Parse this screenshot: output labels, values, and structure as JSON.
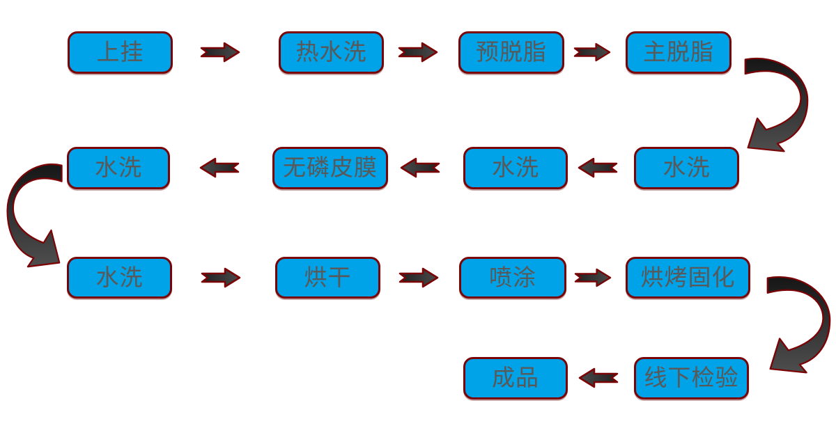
{
  "colors": {
    "canvas_bg": "#ffffff",
    "node_fill": "#00a2e8",
    "node_border": "#7a0305",
    "node_text": "#595959",
    "arrow_fill": "#3b3b3b",
    "arrow_border": "#7a0305"
  },
  "flow": {
    "nodes": [
      {
        "id": "shanggua",
        "label": "上挂"
      },
      {
        "id": "reshuixi",
        "label": "热水洗"
      },
      {
        "id": "yutuozhi",
        "label": "预脱脂"
      },
      {
        "id": "zhutuozhi",
        "label": "主脱脂"
      },
      {
        "id": "shuixi-1",
        "label": "水洗"
      },
      {
        "id": "shuixi-2",
        "label": "水洗"
      },
      {
        "id": "wulinpimo",
        "label": "无磷皮膜"
      },
      {
        "id": "shuixi-3",
        "label": "水洗"
      },
      {
        "id": "shuixi-4",
        "label": "水洗"
      },
      {
        "id": "honggan",
        "label": "烘干"
      },
      {
        "id": "pentu",
        "label": "喷涂"
      },
      {
        "id": "hongkaoguhua",
        "label": "烘烤固化"
      },
      {
        "id": "xianxiajianyan",
        "label": "线下检验"
      },
      {
        "id": "chengpin",
        "label": "成品"
      }
    ],
    "connections": [
      [
        "shanggua",
        "reshuixi"
      ],
      [
        "reshuixi",
        "yutuozhi"
      ],
      [
        "yutuozhi",
        "zhutuozhi"
      ],
      [
        "zhutuozhi",
        "shuixi-1"
      ],
      [
        "shuixi-1",
        "shuixi-2"
      ],
      [
        "shuixi-2",
        "wulinpimo"
      ],
      [
        "wulinpimo",
        "shuixi-3"
      ],
      [
        "shuixi-3",
        "shuixi-4"
      ],
      [
        "shuixi-4",
        "honggan"
      ],
      [
        "honggan",
        "pentu"
      ],
      [
        "pentu",
        "hongkaoguhua"
      ],
      [
        "hongkaoguhua",
        "xianxiajianyan"
      ],
      [
        "xianxiajianyan",
        "chengpin"
      ]
    ]
  }
}
